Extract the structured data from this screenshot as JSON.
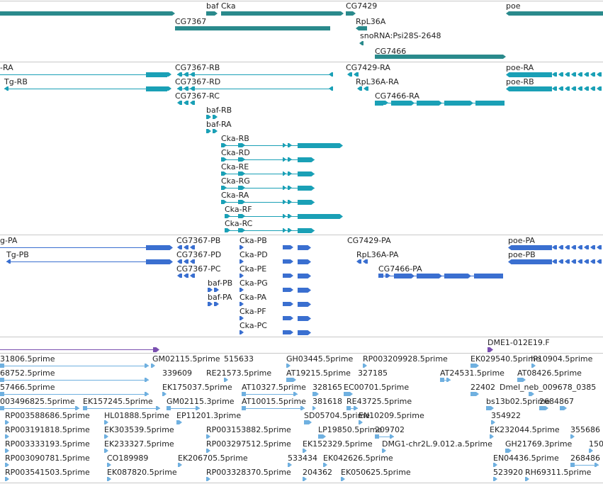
{
  "colors": {
    "gene": "#2a8a8c",
    "mrna": "#1aa0b6",
    "cds": "#3a6fd0",
    "est": "#6fb0e0",
    "clone": "#7a4fb0",
    "separator": "#c8c8c8"
  },
  "tracks": {
    "genes": {
      "labels": [
        "baf",
        "Cka",
        "CG7429",
        "poe",
        "CG7367",
        "RpL36A",
        "snoRNA:Psi28S-2648",
        "CG7466"
      ],
      "arrow": "arrow-icon"
    },
    "transcripts": {
      "labels": [
        "-RA",
        "CG7367-RB",
        "CG7429-RA",
        "poe-RA",
        "Tg-RB",
        "CG7367-RD",
        "RpL36A-RA",
        "poe-RB",
        "CG7367-RC",
        "CG7466-RA",
        "baf-RB",
        "baf-RA",
        "Cka-RB",
        "Cka-RD",
        "Cka-RE",
        "Cka-RG",
        "Cka-RA",
        "Cka-RF",
        "Cka-RC"
      ]
    },
    "proteins": {
      "labels": [
        "g-PA",
        "CG7367-PB",
        "Cka-PB",
        "CG7429-PA",
        "poe-PA",
        "Tg-PB",
        "CG7367-PD",
        "Cka-PD",
        "RpL36A-PA",
        "poe-PB",
        "CG7367-PC",
        "Cka-PE",
        "CG7466-PA",
        "baf-PB",
        "Cka-PG",
        "baf-PA",
        "Cka-PA",
        "Cka-PF",
        "Cka-PC"
      ]
    },
    "clones": {
      "labels": [
        "DME1-012E19.F"
      ]
    },
    "ests": {
      "labels": [
        "31806.5prime",
        "GM02115.5prime",
        "515633",
        "GH03445.5prime",
        "RP003209928.5prime",
        "EK029540.5prime",
        "IP10904.5prime",
        "68752.5prime",
        "339609",
        "RE21573.5prime",
        "AT19215.5prime",
        "327185",
        "AT24531.5prime",
        "AT08426.5prime",
        "57466.5prime",
        "EK175037.5prime",
        "AT10327.5prime",
        "328165",
        "EC00701.5prime",
        "22402",
        "Dmel_neb_009678_0385",
        "003496825.5prime",
        "EK157245.5prime",
        "GM02115.3prime",
        "AT10015.5prime",
        "381618",
        "RE43725.5prime",
        "bs13b02.5prime",
        "2684867",
        "RP003588686.5prime",
        "HL01888.5prime",
        "EP11201.3prime",
        "SD05704.5prime",
        "EN10209.5prime",
        "354922",
        "RP003191818.5prime",
        "EK303539.5prime",
        "RP003153882.5prime",
        "LP19850.5prime",
        "209702",
        "EK232044.5prime",
        "355686",
        "RP003333193.5prime",
        "EK233327.5prime",
        "RP003297512.5prime",
        "EK152329.5prime",
        "DMG1-chr2L.9.012.a.5prime",
        "GH21769.3prime",
        "150",
        "RP003090781.5prime",
        "CO189989",
        "EK206705.5prime",
        "533434",
        "EK042626.5prime",
        "EN04436.5prime",
        "268486",
        "RP003541503.5prime",
        "EK087820.5prime",
        "RP003328370.5prime",
        "204362",
        "EK050625.5prime",
        "523920",
        "RH69311.5prime"
      ]
    }
  }
}
